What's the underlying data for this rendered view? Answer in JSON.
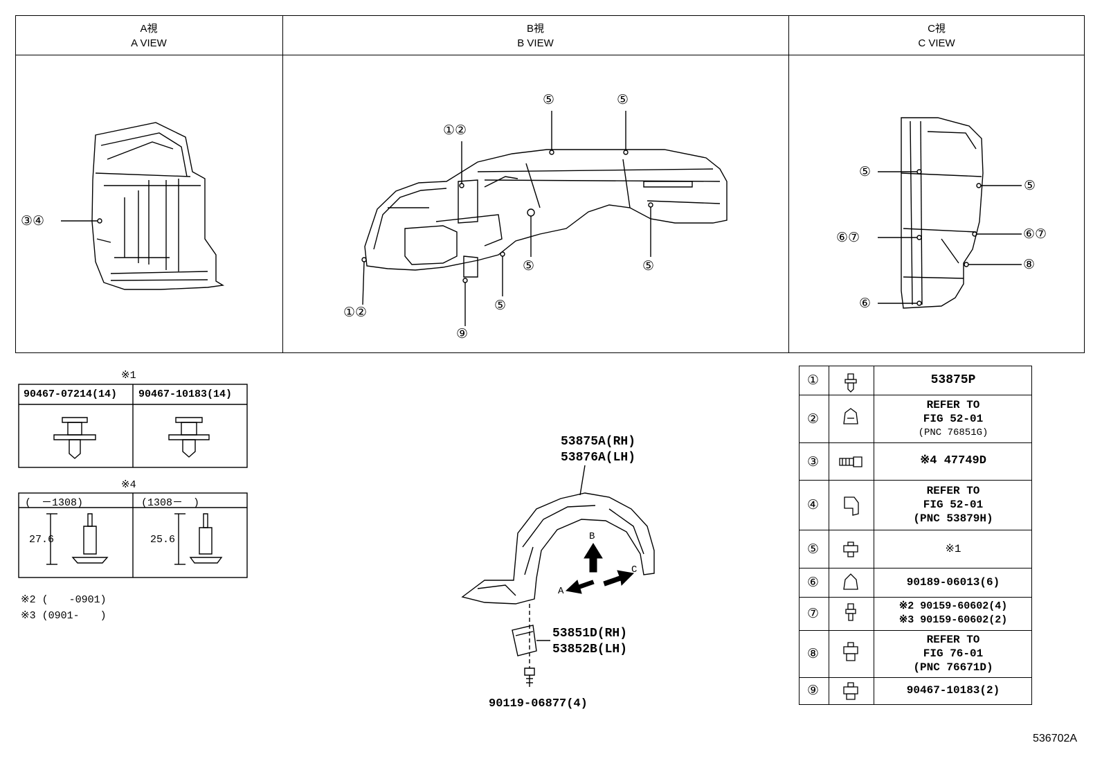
{
  "views": {
    "a": {
      "jp": "A視",
      "en": "A VIEW",
      "callouts": [
        "③④"
      ]
    },
    "b": {
      "jp": "B視",
      "en": "B VIEW",
      "callouts": [
        "①②",
        "⑤",
        "⑤",
        "⑤",
        "⑤",
        "⑤",
        "①②",
        "⑨"
      ]
    },
    "c": {
      "jp": "C視",
      "en": "C VIEW",
      "callouts": [
        "⑤",
        "⑤",
        "⑥⑦",
        "⑥⑦",
        "⑧",
        "⑥"
      ]
    }
  },
  "note1": {
    "mark": "※1",
    "headers": [
      "90467-07214(14)",
      "90467-10183(14)"
    ]
  },
  "note4": {
    "mark": "※4",
    "headers": [
      "(　－1308)",
      "(1308－　)"
    ],
    "dims": [
      "27.6",
      "25.6"
    ]
  },
  "footnotes": [
    "※2 (　　-0901)",
    "※3 (0901-　　)"
  ],
  "main_part": {
    "pnc_rh": "53875A(RH)",
    "pnc_lh": "53876A(LH)",
    "bracket_rh": "53851D(RH)",
    "bracket_lh": "53852B(LH)",
    "bolt": "90119-06877(4)",
    "arrow_a": "A",
    "arrow_b": "B",
    "arrow_c": "C"
  },
  "legend": [
    {
      "num": "①",
      "icon": "clip-icon",
      "lines": [
        "53875P"
      ]
    },
    {
      "num": "②",
      "icon": "nut-icon",
      "lines": [
        "REFER TO",
        "FIG 52-01",
        "(PNC 76851G)"
      ]
    },
    {
      "num": "③",
      "icon": "screw-icon",
      "lines": [
        "※4 47749D"
      ]
    },
    {
      "num": "④",
      "icon": "bracket-icon",
      "lines": [
        "REFER TO",
        "FIG 52-01",
        "(PNC 53879H)"
      ]
    },
    {
      "num": "⑤",
      "icon": "clip-icon",
      "lines": [
        "※1"
      ]
    },
    {
      "num": "⑥",
      "icon": "nut-icon",
      "lines": [
        "90189-06013(6)"
      ]
    },
    {
      "num": "⑦",
      "icon": "bolt-icon",
      "lines": [
        "※2 90159-60602(4)",
        "※3 90159-60602(2)"
      ]
    },
    {
      "num": "⑧",
      "icon": "clip-icon",
      "lines": [
        "REFER TO",
        "FIG 76-01",
        "(PNC 76671D)"
      ]
    },
    {
      "num": "⑨",
      "icon": "clip-icon",
      "lines": [
        "90467-10183(2)"
      ]
    }
  ],
  "figure_code": "536702A"
}
